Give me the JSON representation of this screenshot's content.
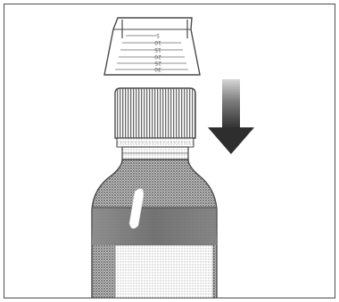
{
  "illustration": {
    "subject": "measuring-cup-over-bottle-cap",
    "arrow_direction": "down",
    "colors": {
      "outline": "#4a4a4a",
      "liquid": "#7a7a7a",
      "glass": "#bdbdbd",
      "arrow": "#3a3a3a",
      "background": "#ffffff"
    }
  },
  "cup": {
    "graduations": [
      "5",
      "10",
      "15",
      "20",
      "25",
      "30"
    ]
  }
}
